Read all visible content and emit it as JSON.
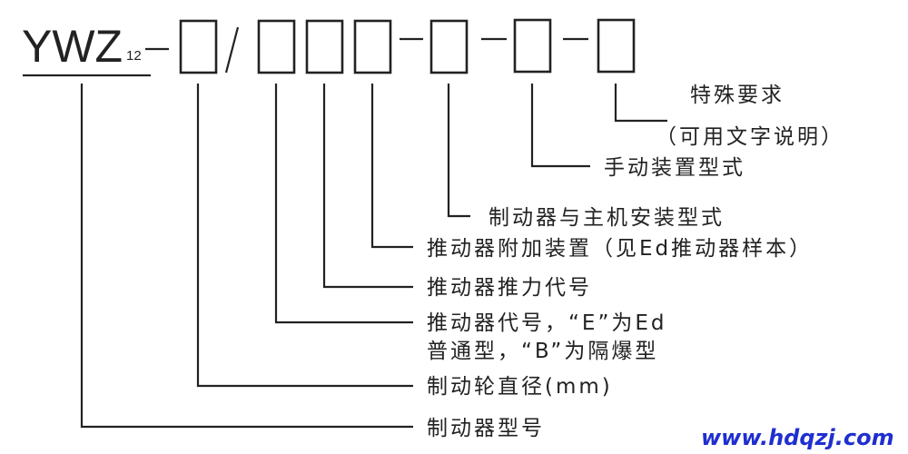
{
  "model": {
    "prefix": "YWZ",
    "subscript": "12",
    "separator_slash": "/"
  },
  "labels": {
    "special": "特殊要求",
    "special_note": "（可用文字说明）",
    "manual": "手动装置型式",
    "mounting": "制动器与主机安装型式",
    "accessory": "推动器附加装置（见Ed推动器样本）",
    "thrust": "推动器推力代号",
    "thruster_code_1": "推动器代号，“E”为Ed",
    "thruster_code_2": "普通型，“B”为隔爆型",
    "wheel_diameter": "制动轮直径(mm)",
    "brake_model": "制动器型号"
  },
  "watermark": "www.hdqzj.com",
  "colors": {
    "line": "#222222",
    "watermark": "#1f2fd0"
  }
}
